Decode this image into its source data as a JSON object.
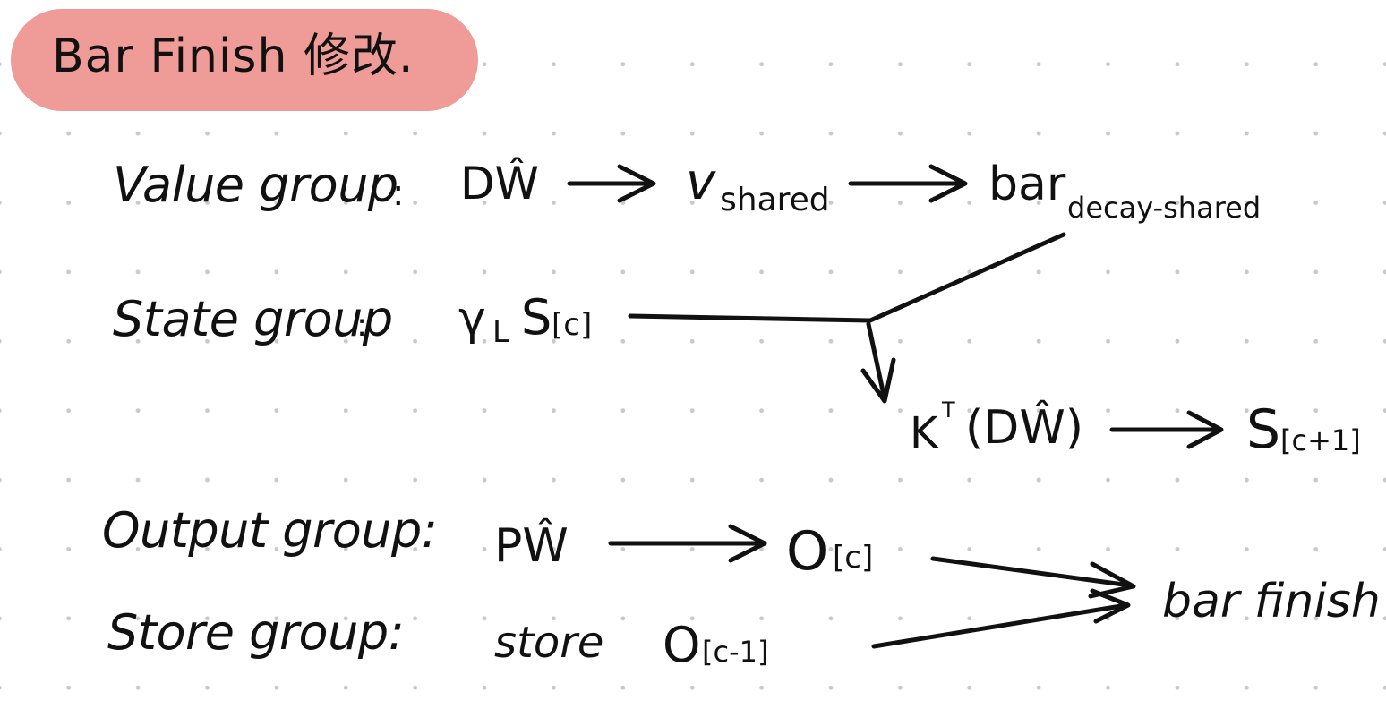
{
  "title": "Bar Finish 修改.",
  "rows": {
    "value": {
      "label": "Value group",
      "colon": ":",
      "input": "DŴ",
      "mid": "v",
      "mid_sub": "shared",
      "out": "bar",
      "out_sub": "decay-shared"
    },
    "state": {
      "label": "State group",
      "colon": ":",
      "input": "γ",
      "input_sub": "L",
      "input_main": "S",
      "input_main_sub": "[c]"
    },
    "merge": {
      "expr_k": "K",
      "expr_sup": "T",
      "expr_paren": "(DŴ)",
      "result": "S",
      "result_sub": "[c+1]"
    },
    "output": {
      "label": "Output group:",
      "input": "PŴ",
      "out": "O",
      "out_sub": "[c]"
    },
    "store": {
      "label": "Store group:",
      "text": "store",
      "out": "O",
      "out_sub": "[c-1]"
    },
    "finish": "bar finish"
  }
}
